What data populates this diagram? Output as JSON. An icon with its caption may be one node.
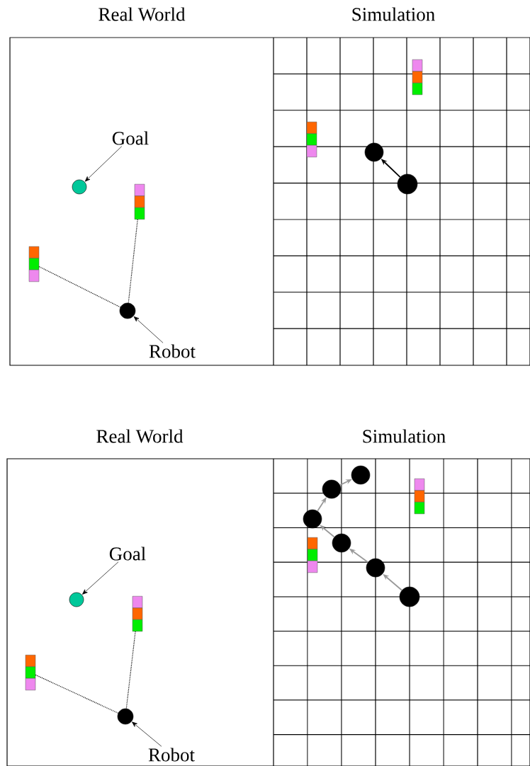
{
  "diagram": {
    "nodes": [
      {
        "text": [
          "Goal"
        ]
      },
      {
        "text": [],
        "shape": "circle"
      },
      {
        "text": [],
        "shape": "box"
      },
      {
        "text": [],
        "shape": "box"
      },
      {
        "text": [],
        "shape": "circle"
      },
      {
        "text": [
          "Robot"
        ]
      },
      {
        "text": [],
        "shape": "circle"
      },
      {
        "text": [],
        "shape": "circle"
      },
      {
        "text": [
          "Goal"
        ]
      },
      {
        "text": [],
        "shape": "circle"
      },
      {
        "text": [],
        "shape": "box"
      },
      {
        "text": [],
        "shape": "box"
      },
      {
        "text": [],
        "shape": "circle"
      },
      {
        "text": [
          "Robot"
        ]
      },
      {
        "text": [],
        "shape": "circle"
      },
      {
        "text": [],
        "shape": "circle"
      },
      {
        "text": [],
        "shape": "circle"
      },
      {
        "text": [],
        "shape": "circle"
      },
      {
        "text": [],
        "shape": "circle"
      },
      {
        "text": [],
        "shape": "circle"
      },
      {
        "text": [],
        "shape": "box"
      },
      {
        "text": [],
        "shape": "box"
      },
      {
        "text": [],
        "shape": "box"
      },
      {
        "text": [],
        "shape": "box"
      }
    ],
    "edges": [
      {
        "from": 0,
        "to": 1,
        "arrow": "to"
      },
      {
        "from": 2,
        "to": 4,
        "arrow": "none",
        "style": "dashed"
      },
      {
        "from": 3,
        "to": 4,
        "arrow": "none",
        "style": "dashed"
      },
      {
        "from": 5,
        "to": 4,
        "arrow": "to"
      },
      {
        "from": 7,
        "to": 6,
        "arrow": "to"
      },
      {
        "from": 8,
        "to": 9,
        "arrow": "to"
      },
      {
        "from": 10,
        "to": 12,
        "arrow": "none",
        "style": "dashed"
      },
      {
        "from": 11,
        "to": 12,
        "arrow": "none",
        "style": "dashed"
      },
      {
        "from": 13,
        "to": 12,
        "arrow": "to"
      },
      {
        "from": 14,
        "to": 15,
        "arrow": "to",
        "color": "#999999"
      },
      {
        "from": 15,
        "to": 16,
        "arrow": "to",
        "color": "#999999"
      },
      {
        "from": 16,
        "to": 17,
        "arrow": "to",
        "color": "#999999"
      },
      {
        "from": 17,
        "to": 18,
        "arrow": "to",
        "color": "#999999"
      },
      {
        "from": 18,
        "to": 19,
        "arrow": "to",
        "color": "#999999"
      }
    ],
    "labels": [
      "Real World",
      "Simulation",
      "Real World",
      "Simulation"
    ]
  }
}
